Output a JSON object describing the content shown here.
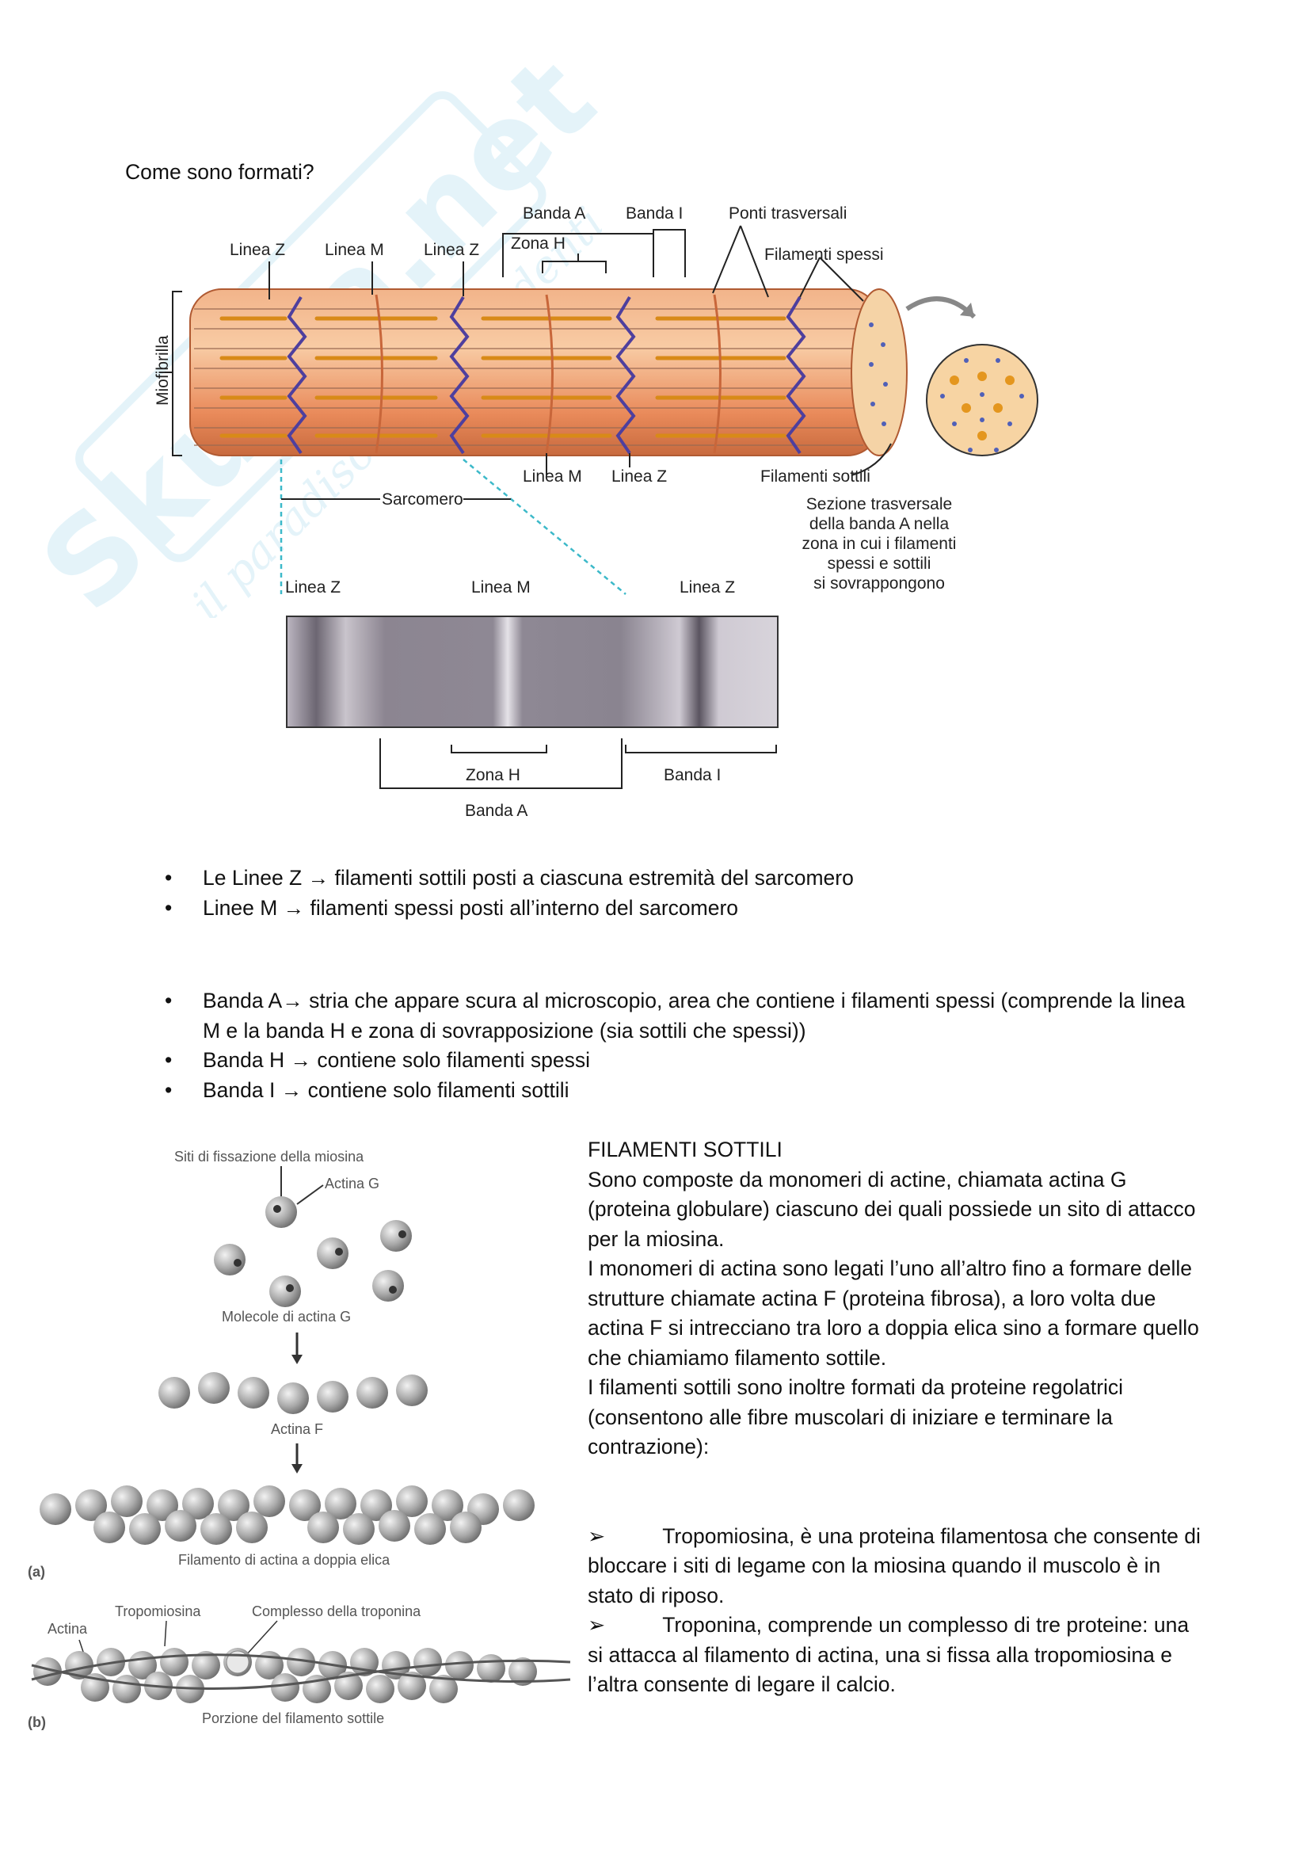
{
  "watermark": {
    "brand": "Skuola.net",
    "tagline": "il paradiso degli studenti",
    "color": "#2aa6d6"
  },
  "intro": "Come sono formati?",
  "figure1": {
    "labels": {
      "linea_z_1": "Linea Z",
      "linea_m_1": "Linea M",
      "linea_z_2": "Linea Z",
      "banda_a": "Banda A",
      "banda_i": "Banda I",
      "zona_h": "Zona H",
      "ponti": "Ponti trasversali",
      "filamenti_spessi": "Filamenti spessi",
      "miofibrilla": "Miofibrilla",
      "linea_m_2": "Linea M",
      "linea_z_3": "Linea Z",
      "filamenti_sottili": "Filamenti sottili",
      "sarcomero": "Sarcomero",
      "sezione": [
        "Sezione trasversale",
        "della banda A nella",
        "zona in cui i filamenti",
        "spessi e sottili",
        "si sovrappongono"
      ],
      "micro_linea_z_1": "Linea Z",
      "micro_linea_m": "Linea M",
      "micro_linea_z_2": "Linea Z",
      "micro_zona_h": "Zona H",
      "micro_banda_i": "Banda I",
      "micro_banda_a": "Banda A"
    }
  },
  "list1": [
    "Le Linee Z → filamenti sottili posti a ciascuna estremità del sarcomero",
    "Linee M → filamenti spessi posti all’interno del sarcomero"
  ],
  "list2": [
    "Banda A→ stria che appare scura al microscopio, area che contiene i filamenti spessi (comprende la linea M e la banda H e zona di sovrapposizione (sia sottili che spessi))",
    "Banda H → contiene solo filamenti spessi",
    "Banda I → contiene solo filamenti sottili"
  ],
  "figure2": {
    "siti": "Siti di fissazione della miosina",
    "actina_g": "Actina G",
    "molecole": "Molecole di actina G",
    "actina_f": "Actina F",
    "filamento": "Filamento di actina a doppia elica",
    "a": "(a)",
    "actina": "Actina",
    "tropomiosina": "Tropomiosina",
    "complesso": "Complesso della troponina",
    "b": "(b)",
    "porzione": "Porzione del filamento sottile"
  },
  "section": {
    "title": "FILAMENTI SOTTILI",
    "p1": "Sono composte da monomeri di actine, chiamata actina G (proteina globulare) ciascuno dei quali possiede un sito di attacco per la miosina.",
    "p2": "I monomeri di actina sono legati l’uno all’altro fino a formare delle strutture chiamate actina F (proteina fibrosa), a loro volta due actina F si intrecciano tra loro a doppia elica sino a formare quello che chiamiamo filamento sottile.",
    "p3": "I filamenti sottili sono inoltre formati da proteine regolatrici (consentono alle fibre muscolari di iniziare e terminare la contrazione):",
    "items": [
      {
        "marker": "➢",
        "name": "Tropomiosina,",
        "text": "è una proteina filamentosa che consente di bloccare i siti di legame con la miosina quando il muscolo è in stato di riposo."
      },
      {
        "marker": "➢",
        "name": "Troponina,",
        "text": "comprende un complesso di tre proteine: una si attacca al filamento di actina, una si fissa alla tropomiosina e l’altra consente di legare il calcio."
      }
    ]
  }
}
